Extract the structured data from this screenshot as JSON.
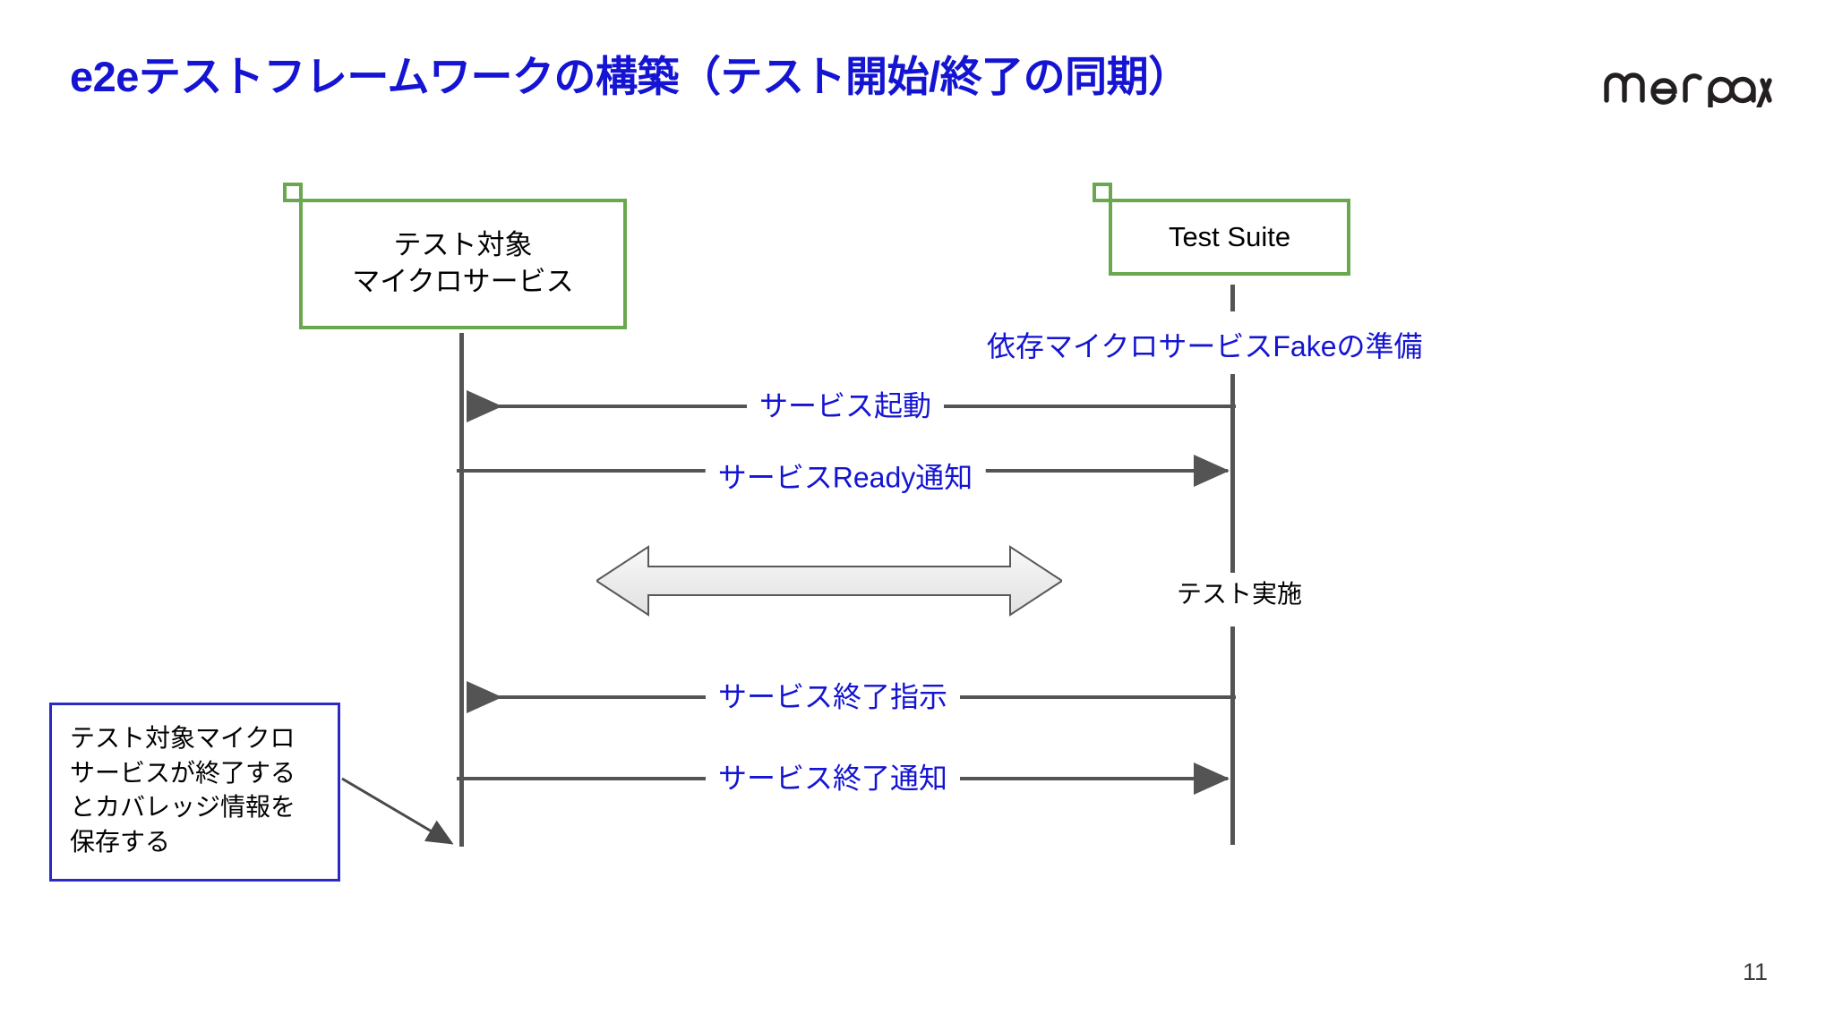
{
  "slide": {
    "title": "e2eテストフレームワークの構築（テスト開始/終了の同期）",
    "page_number": "11",
    "brand_logo_text": "merpay",
    "colors": {
      "title_blue": "#1414d2",
      "message_blue": "#1414d2",
      "participant_green": "#6aa84f",
      "lifeline_gray": "#545454",
      "callout_border_blue": "#2b2bc4",
      "background": "#ffffff"
    }
  },
  "participants": [
    {
      "id": "sut",
      "label_line1": "テスト対象",
      "label_line2": "マイクロサービス"
    },
    {
      "id": "test-suite",
      "label_line1": "Test Suite",
      "label_line2": ""
    }
  ],
  "annotations": {
    "fake_setup": "依存マイクロサービスFakeの準備",
    "test_run": "テスト実施"
  },
  "messages": [
    {
      "id": "service-start",
      "label": "サービス起動",
      "direction": "right-to-left"
    },
    {
      "id": "service-ready",
      "label": "サービスReady通知",
      "direction": "left-to-right"
    },
    {
      "id": "service-stop",
      "label": "サービス終了指示",
      "direction": "right-to-left"
    },
    {
      "id": "service-stopped",
      "label": "サービス終了通知",
      "direction": "left-to-right"
    }
  ],
  "interaction_block": {
    "id": "test-execution-exchange",
    "style": "double-headed-block-arrow"
  },
  "callout": {
    "text": "テスト対象マイクロサービスが終了するとカバレッジ情報を保存する"
  }
}
